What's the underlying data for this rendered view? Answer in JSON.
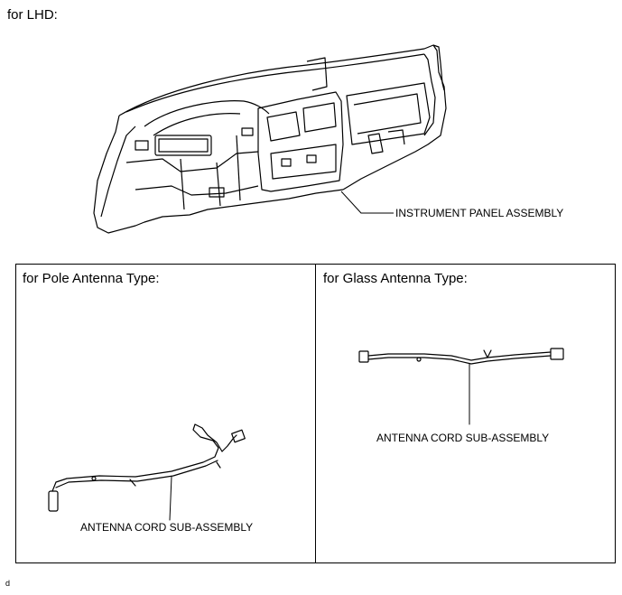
{
  "header": {
    "title": "for LHD:"
  },
  "main": {
    "instrument_panel_label": "INSTRUMENT PANEL ASSEMBLY"
  },
  "panels": [
    {
      "heading": "for Pole Antenna Type:",
      "part_label": "ANTENNA CORD SUB-ASSEMBLY"
    },
    {
      "heading": "for Glass Antenna Type:",
      "part_label": "ANTENNA CORD SUB-ASSEMBLY"
    }
  ],
  "footer": {
    "code": "d"
  }
}
